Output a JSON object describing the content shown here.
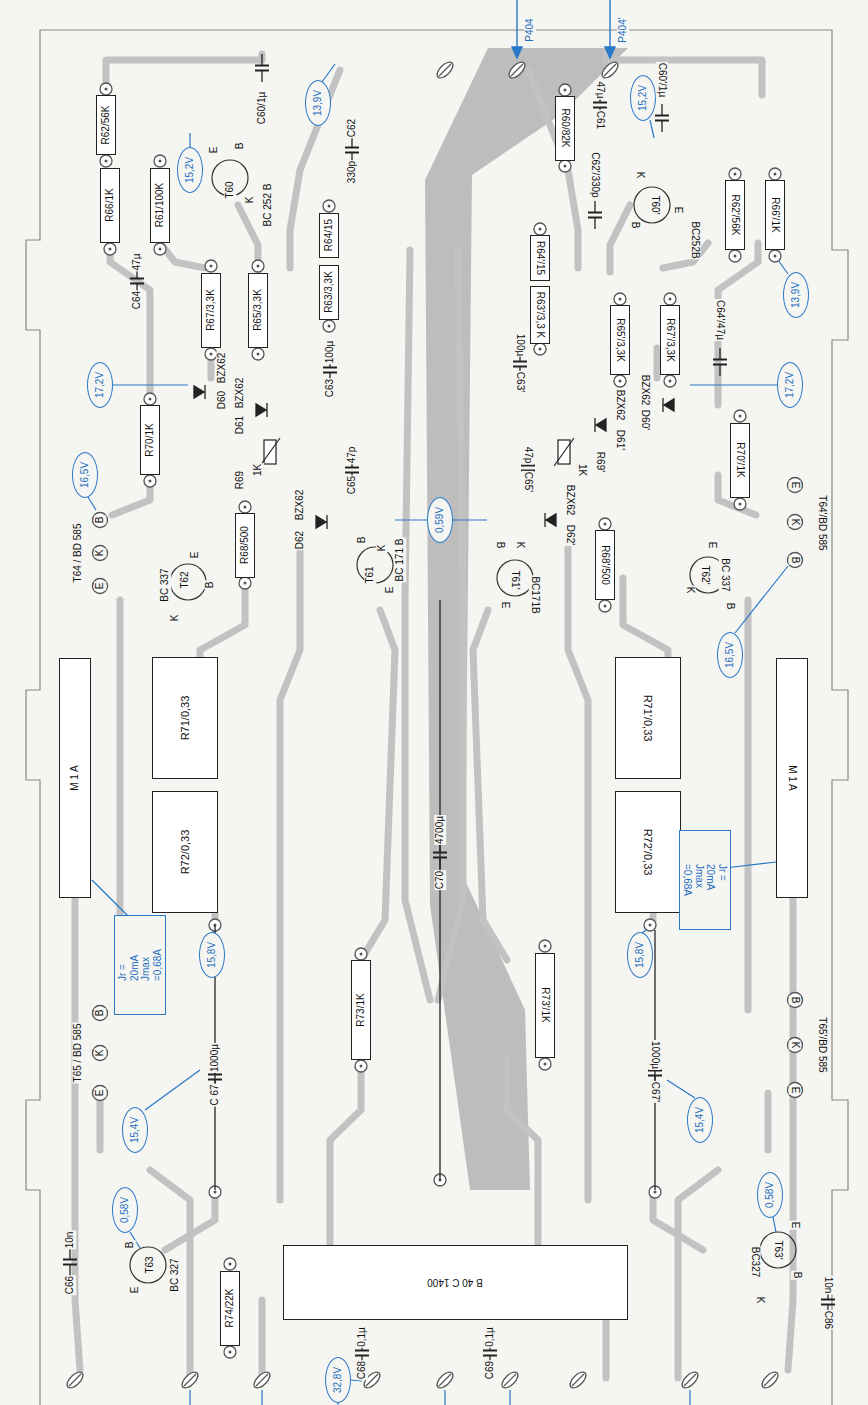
{
  "diagram": {
    "nodes": [
      {
        "text": [
          "13,9V"
        ]
      },
      {
        "text": [
          "15,2V"
        ]
      },
      {
        "text": [
          "15,2V"
        ]
      },
      {
        "text": [
          "13,9V"
        ]
      },
      {
        "text": [
          "17,2V"
        ]
      },
      {
        "text": [
          "17,2V"
        ]
      },
      {
        "text": [
          "0,59V"
        ]
      },
      {
        "text": [
          "16,5V"
        ]
      },
      {
        "text": [
          "16,5V"
        ]
      },
      {
        "text": [
          "15,8V"
        ]
      },
      {
        "text": [
          "15,8V"
        ]
      },
      {
        "text": [
          "15,4V"
        ]
      },
      {
        "text": [
          "15,4V"
        ]
      },
      {
        "text": [
          "0,58V"
        ]
      },
      {
        "text": [
          "0,58V"
        ]
      },
      {
        "text": [
          "32,8V"
        ]
      },
      {
        "text": [
          "R62/56K"
        ]
      },
      {
        "text": [
          "R66/1K"
        ]
      },
      {
        "text": [
          "R61/100K"
        ]
      },
      {
        "text": [
          "R67/3,3K"
        ]
      },
      {
        "text": [
          "R65/3,3K"
        ]
      },
      {
        "text": [
          "R64/15"
        ]
      },
      {
        "text": [
          "R63/3,3K"
        ]
      },
      {
        "text": [
          "R70/1K"
        ]
      },
      {
        "text": [
          "R68/500"
        ]
      },
      {
        "text": [
          "R71/0,33"
        ]
      },
      {
        "text": [
          "R72/0,33"
        ]
      },
      {
        "text": [
          "M 1 A"
        ]
      },
      {
        "text": [
          "Jr = 20mA Jmax =0,68A"
        ]
      },
      {
        "text": [
          "R73/1K"
        ]
      },
      {
        "text": [
          "R74/22K"
        ]
      },
      {
        "text": [
          "B 40 C 1400"
        ]
      },
      {
        "text": [
          "R60/82K"
        ]
      },
      {
        "text": [
          "R62'/56K"
        ]
      },
      {
        "text": [
          "R66'/1K"
        ]
      },
      {
        "text": [
          "R64'/15"
        ]
      },
      {
        "text": [
          "R63'/3,3 K"
        ]
      },
      {
        "text": [
          "R65'/3,3K"
        ]
      },
      {
        "text": [
          "R67'/3,3K"
        ]
      },
      {
        "text": [
          "R70'/1K"
        ]
      },
      {
        "text": [
          "R68'/500"
        ]
      },
      {
        "text": [
          "R71'/0,33"
        ]
      },
      {
        "text": [
          "R72'/0,33"
        ]
      },
      {
        "text": [
          "M 1 A"
        ]
      },
      {
        "text": [
          "Jr = 20mA Jmax =0,68A"
        ]
      },
      {
        "text": [
          "R73'/1K"
        ]
      }
    ],
    "labels": [
      "P404",
      "P404'",
      "C60/1µ",
      "C62",
      "330p",
      "E",
      "B",
      "K",
      "T60",
      "BC 252 B",
      "C64",
      "47µ",
      "C63",
      "100µ",
      "D60",
      "BZX62",
      "D61",
      "BZX62",
      "R69",
      "1K",
      "C65",
      "47p",
      "D62",
      "BZX62",
      "T61",
      "K",
      "B",
      "E",
      "BC 171 B",
      "T64 / BD 585",
      "B",
      "K",
      "E",
      "T62",
      "BC 337",
      "E",
      "B",
      "K",
      "C70",
      "4700µ",
      "C 67",
      "1000µ",
      "T65 / BD 585",
      "B",
      "K",
      "E",
      "T63",
      "BC 327",
      "B",
      "E",
      "C66",
      "10n",
      "C68",
      "0,1µ",
      "C69",
      "0,1µ",
      "C60'/1µ",
      "C61",
      "47µ",
      "C62'/330p",
      "K",
      "T60'",
      "B",
      "E",
      "BC252B",
      "C64'/47µ",
      "C63'",
      "100µ",
      "D60'",
      "BZX62",
      "D61'",
      "BZX62",
      "C65'",
      "47p",
      "R69'",
      "1K",
      "D62'",
      "BZX62",
      "T61'",
      "B",
      "K",
      "E",
      "BC171B",
      "T64'/BD 585",
      "E",
      "K",
      "B",
      "T62'",
      "BC 337",
      "E",
      "K",
      "B",
      "C67'",
      "1000µ",
      "T65'/BD 585",
      "B",
      "K",
      "E",
      "BC327",
      "T63'",
      "E",
      "B",
      "K",
      "C86",
      "10n"
    ]
  }
}
